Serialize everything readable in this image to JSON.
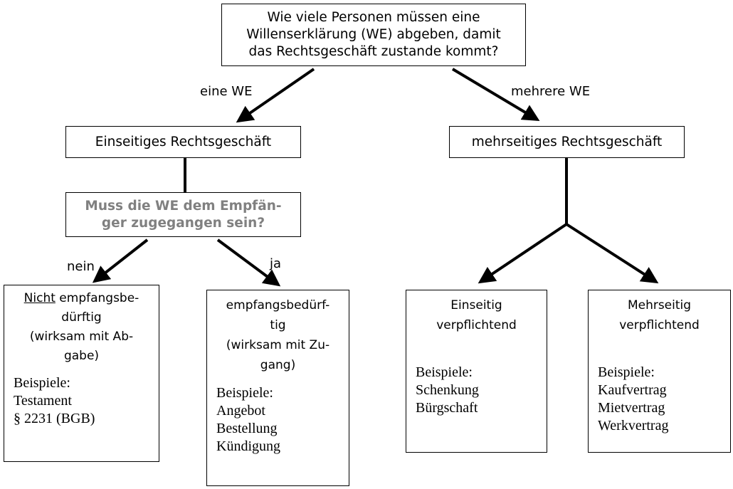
{
  "question": {
    "lines": [
      "Wie viele Personen müssen eine",
      "Willenserklärung (WE) abgeben, damit",
      "das Rechtsgeschäft zustande kommt?"
    ]
  },
  "edge_labels": {
    "one_we": "eine WE",
    "multiple_we": "mehrere WE",
    "no": "nein",
    "yes": "ja"
  },
  "unilateral": {
    "title": "Einseitiges Rechtsgeschäft"
  },
  "multilateral": {
    "title": "mehrseitiges Rechtsgeschäft"
  },
  "receipt_question": {
    "lines": [
      "Muss die WE dem Empfän-",
      "ger zugegangen sein?"
    ],
    "color": "#808080"
  },
  "not_receipt": {
    "underlined": "Nicht",
    "rest_first_line": " empfangsbe-",
    "lines": [
      "dürftig",
      "(wirksam mit Ab-",
      "gabe)"
    ],
    "examples_heading": "Beispiele:",
    "examples": [
      "Testament",
      "§ 2231 (BGB)"
    ]
  },
  "receipt": {
    "lines": [
      "empfangsbedürf-",
      "tig",
      "(wirksam mit Zu-",
      "gang)"
    ],
    "examples_heading": "Beispiele:",
    "examples": [
      "Angebot",
      "Bestellung",
      "Kündigung"
    ]
  },
  "one_sided_obligation": {
    "lines": [
      "Einseitig",
      "verpflichtend"
    ],
    "examples_heading": "Beispiele:",
    "examples": [
      "Schenkung",
      "Bürgschaft"
    ]
  },
  "multi_sided_obligation": {
    "lines": [
      "Mehrseitig",
      "verpflichtend"
    ],
    "examples_heading": "Beispiele:",
    "examples": [
      "Kaufvertrag",
      "Mietvertrag",
      "Werkvertrag"
    ]
  }
}
